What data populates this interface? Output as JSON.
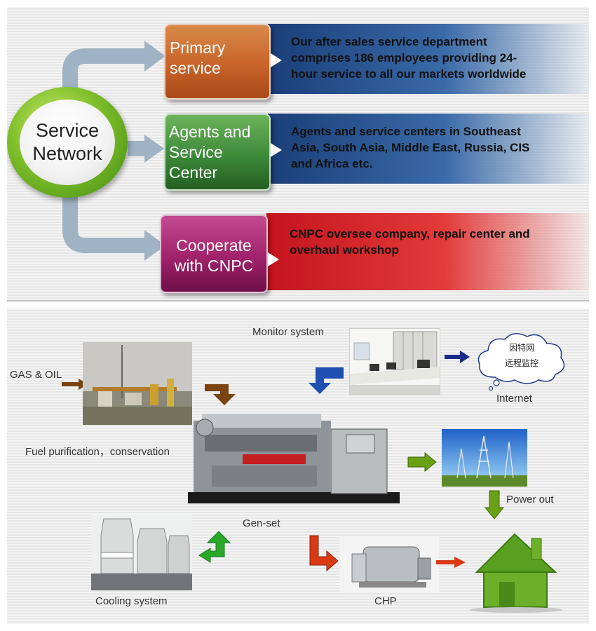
{
  "service_network": {
    "hub_label": "Service\nNetwork",
    "branches": [
      {
        "title": "Primary\nservice",
        "description": "Our after sales service department comprises 186 employees providing 24-hour service to all our markets worldwide",
        "color": "#c8632a"
      },
      {
        "title": "Agents and\nService\nCenter",
        "description": "Agents and service centers in Southeast Asia, South Asia, Middle East, Russia, CIS and Africa etc.",
        "color": "#3d8a3a"
      },
      {
        "title": "Cooperate\nwith CNPC",
        "description": "CNPC oversee company, repair center and overhaul workshop",
        "color": "#a0226a"
      }
    ]
  },
  "process": {
    "monitor_label": "Monitor system",
    "internet_label": "Internet",
    "cloud_line1": "因特网",
    "cloud_line2": "远程监控",
    "gas_label": "GAS & OIL",
    "fuel_label": "Fuel  purification，conservation",
    "genset_label": "Gen-set",
    "power_label": "Power out",
    "cooling_label": "Cooling system",
    "chp_label": "CHP"
  }
}
